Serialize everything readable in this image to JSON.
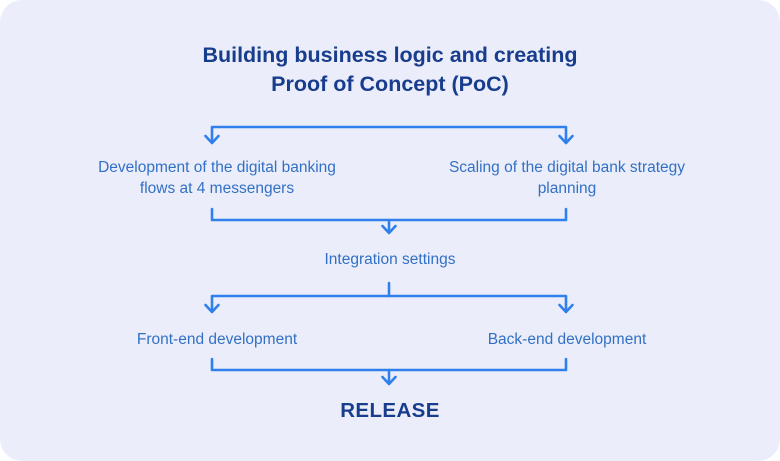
{
  "colors": {
    "background": "#ebeefa",
    "connector": "#2f80ed",
    "label_text": "#3270c5",
    "title_text": "#183d8d"
  },
  "title": {
    "line1": "Building business logic and creating",
    "line2": "Proof of Concept (PoC)"
  },
  "stage1": {
    "left": {
      "line1": "Development of the digital banking",
      "line2": "flows at 4 messengers"
    },
    "right": {
      "line1": "Scaling of the digital bank strategy",
      "line2": "planning"
    }
  },
  "stage2": {
    "label": "Integration settings"
  },
  "stage3": {
    "left": {
      "label": "Front-end development"
    },
    "right": {
      "label": "Back-end development"
    }
  },
  "release": {
    "label": "RELEASE"
  }
}
